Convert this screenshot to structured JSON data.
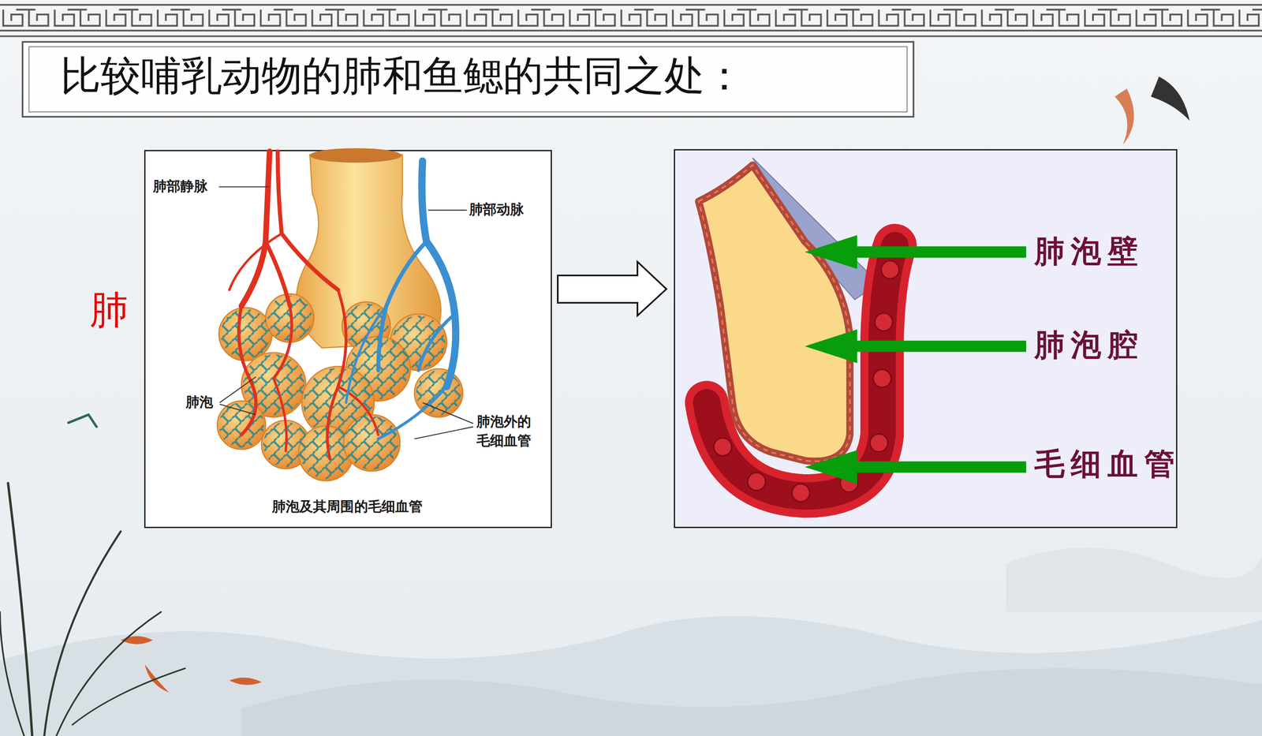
{
  "diagram": {
    "title": "比较哺乳动物的肺和鱼鳃的共同之处：",
    "labels": [
      "肺",
      "肺部静脉",
      "肺部动脉",
      "肺泡",
      "肺泡外的 毛细血管",
      "肺泡及其周围的毛细血管",
      "肺泡壁",
      "肺泡腔",
      "毛细血管"
    ]
  }
}
